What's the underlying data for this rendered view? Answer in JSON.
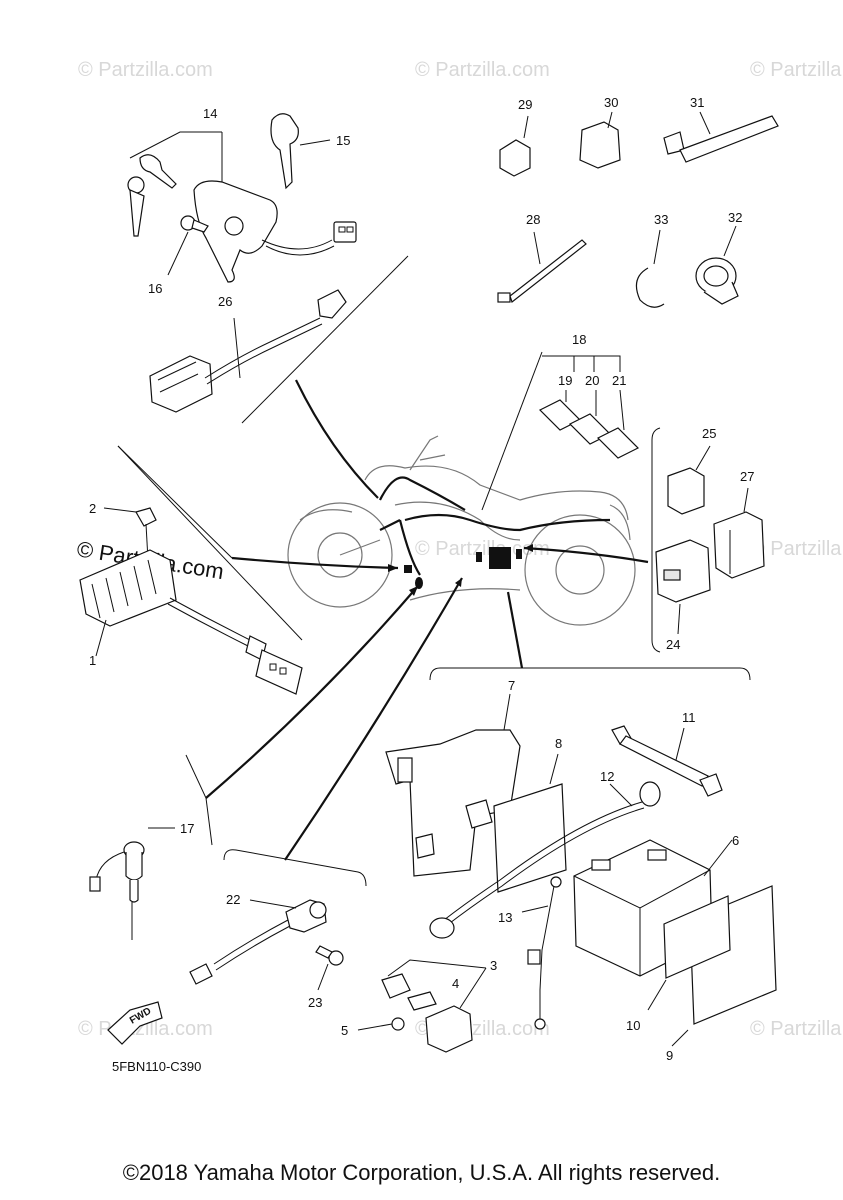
{
  "watermark": "© Partzilla.com",
  "diagram_code": "5FBN110-C390",
  "fwd_label": "FWD",
  "copyright": "©2018 Yamaha Motor Corporation, U.S.A. All rights reserved.",
  "callouts": {
    "c1": "1",
    "c2": "2",
    "c3": "3",
    "c4": "4",
    "c5": "5",
    "c6": "6",
    "c7": "7",
    "c8": "8",
    "c9": "9",
    "c10": "10",
    "c11": "11",
    "c12": "12",
    "c13": "13",
    "c14": "14",
    "c15": "15",
    "c16": "16",
    "c17": "17",
    "c18": "18",
    "c19": "19",
    "c20": "20",
    "c21": "21",
    "c22": "22",
    "c23": "23",
    "c24": "24",
    "c25": "25",
    "c26": "26",
    "c27": "27",
    "c28": "28",
    "c29": "29",
    "c30": "30",
    "c31": "31",
    "c32": "32",
    "c33": "33"
  }
}
